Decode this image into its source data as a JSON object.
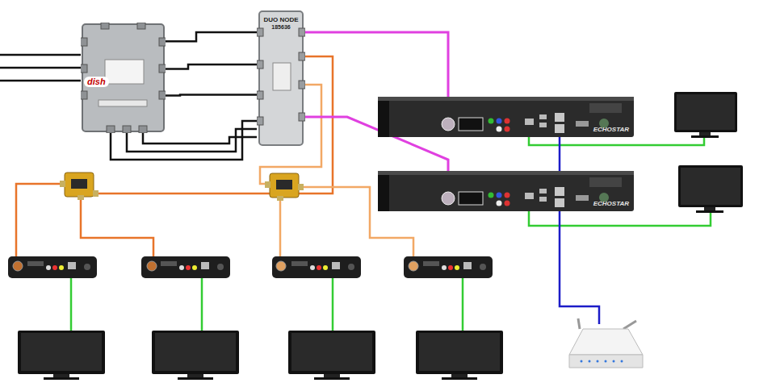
{
  "diagram": {
    "nodes": [
      {
        "text": [
          "dish"
        ]
      },
      {
        "text": [
          "DUO NODE",
          "185636"
        ]
      },
      {
        "text": [
          "ECHOSTAR"
        ]
      },
      {
        "text": [
          "ECHOSTAR"
        ]
      }
    ],
    "edges": [
      {
        "from": 0,
        "to": 1,
        "arrow": "none"
      },
      {
        "from": 0,
        "to": 1,
        "arrow": "none"
      },
      {
        "from": 0,
        "to": 1,
        "arrow": "none"
      },
      {
        "from": 1,
        "to": 2,
        "arrow": "none"
      },
      {
        "from": 1,
        "to": 3,
        "arrow": "none"
      }
    ]
  }
}
